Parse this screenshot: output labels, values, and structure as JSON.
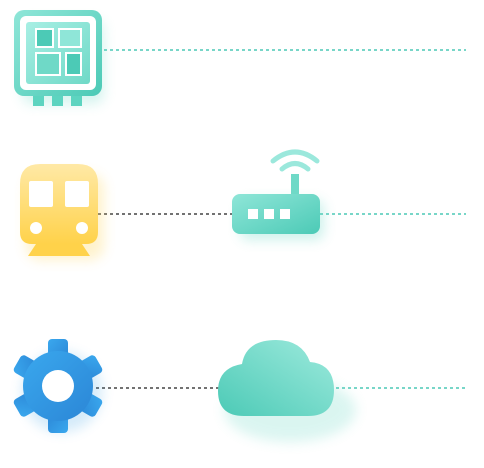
{
  "colors": {
    "teal": "#5dd4c0",
    "teal_light": "#9be8dc",
    "teal_dark": "#3ec4b2",
    "yellow": "#ffd65a",
    "yellow_light": "#ffe48f",
    "blue": "#2f9be4",
    "blue_light": "#3fb0f0",
    "dashed_teal": "#4cc9b6",
    "dashed_dark": "#444444"
  },
  "rows": [
    {
      "name": "chip-row",
      "left_icon": "chip-icon",
      "middle_icon": null,
      "left_connector": "none",
      "right_connector": "dashed-teal"
    },
    {
      "name": "train-row",
      "left_icon": "train-icon",
      "middle_icon": "wifi-router-icon",
      "left_connector": "dashed-dark",
      "right_connector": "dashed-teal"
    },
    {
      "name": "gear-row",
      "left_icon": "gear-icon",
      "middle_icon": "cloud-icon",
      "left_connector": "dashed-dark",
      "right_connector": "dashed-teal"
    }
  ]
}
